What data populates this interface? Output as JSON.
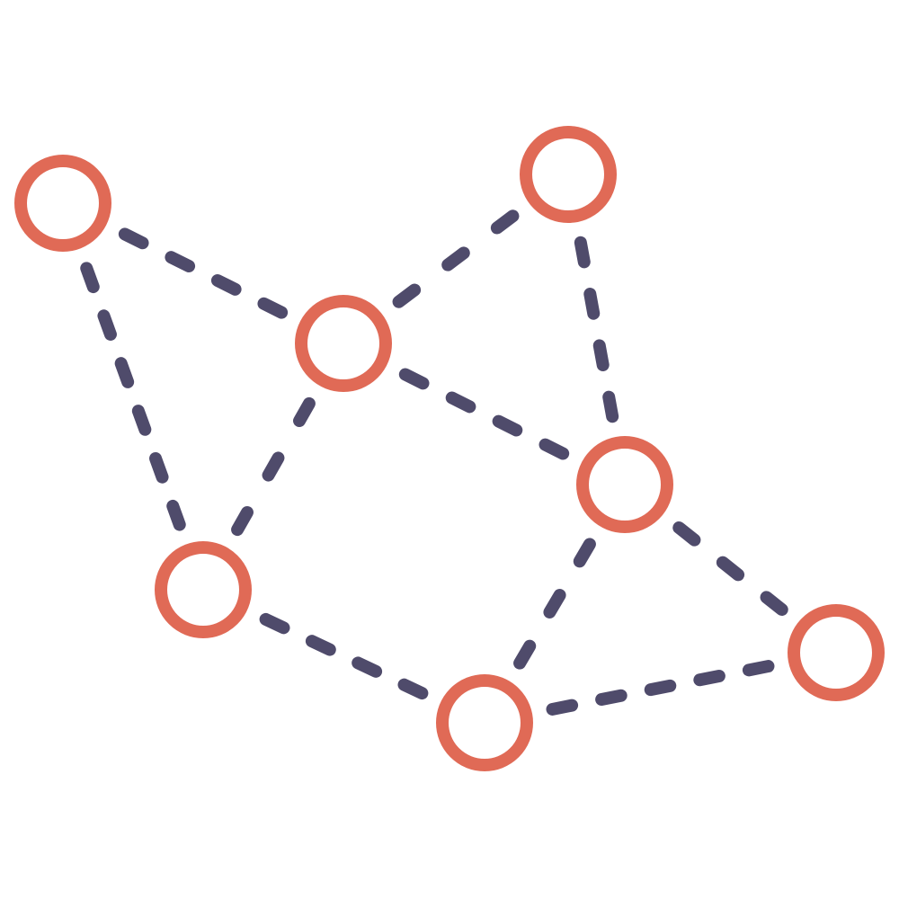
{
  "icon": "network-graph-icon",
  "colors": {
    "node": "#E06A56",
    "edge": "#4F4B6B",
    "background": "#FFFFFF"
  },
  "nodes": [
    "n1",
    "n2",
    "n3",
    "n4",
    "n5",
    "n6",
    "n7"
  ],
  "edges": [
    [
      "n1",
      "n3"
    ],
    [
      "n3",
      "n2"
    ],
    [
      "n2",
      "n4"
    ],
    [
      "n3",
      "n4"
    ],
    [
      "n3",
      "n5"
    ],
    [
      "n1",
      "n5"
    ],
    [
      "n5",
      "n6"
    ],
    [
      "n4",
      "n6"
    ],
    [
      "n4",
      "n7"
    ],
    [
      "n6",
      "n7"
    ]
  ]
}
